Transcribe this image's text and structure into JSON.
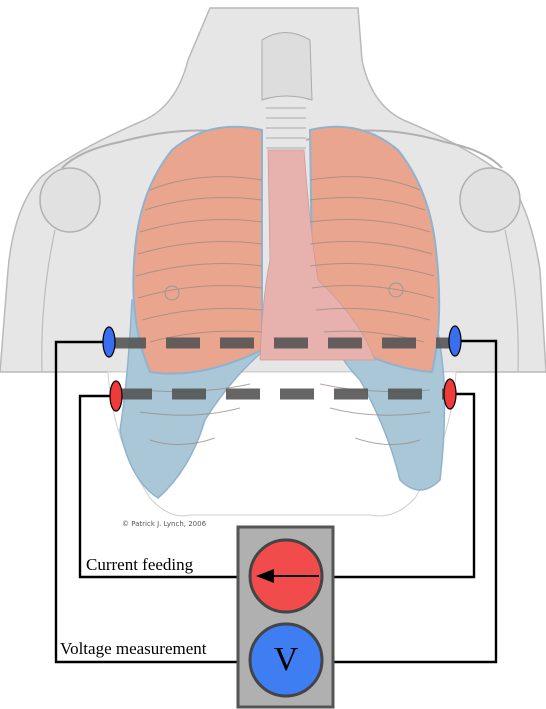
{
  "labels": {
    "current_feeding": "Current feeding",
    "voltage_measurement": "Voltage measurement",
    "voltmeter_symbol": "V",
    "credit": "© Patrick J. Lynch, 2006"
  },
  "colors": {
    "body": "#e6e6e6",
    "body_outline": "#b9b9b9",
    "lung": "#e9a58e",
    "heart": "#e7b2ae",
    "lower_lung": "#a9c7d6",
    "lung_outline": "#8fb3cf",
    "electrode_voltage": "#3a6df0",
    "electrode_current": "#ef3a3a",
    "device_fill": "#b0b0b0",
    "source_fill": "#f24b4b",
    "meter_fill": "#3f7df2",
    "path_dash": "#555555"
  },
  "icons": {
    "current_source": "arrow-left-icon",
    "voltmeter": "voltmeter-icon"
  }
}
